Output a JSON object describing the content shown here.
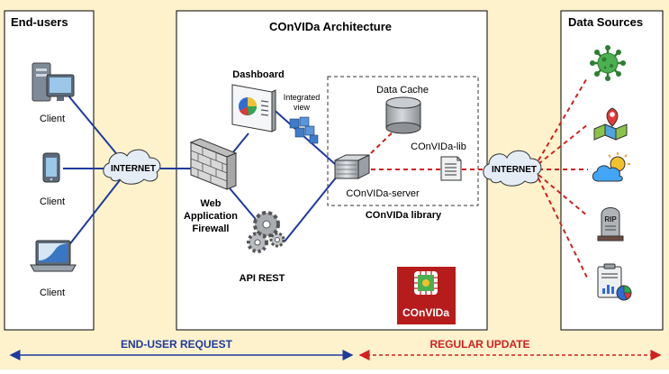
{
  "panels": {
    "end_users_title": "End-users",
    "architecture_title": "COnVIDa Architecture",
    "data_sources_title": "Data Sources"
  },
  "clients": [
    "Client",
    "Client",
    "Client"
  ],
  "internet_left": "INTERNET",
  "internet_right": "INTERNET",
  "firewall_label": [
    "Web",
    "Application",
    "Firewall"
  ],
  "dashboard_label": "Dashboard",
  "integrated_view_label": [
    "Integrated",
    "view"
  ],
  "api_label": "API REST",
  "library": {
    "data_cache": "Data Cache",
    "lib": "COnVIDa-lib",
    "server": "COnVIDa-server",
    "title": "COnVIDa library"
  },
  "logo_text": "COnVIDa",
  "arrows": {
    "end_user_request": "END-USER REQUEST",
    "regular_update": "REGULAR UPDATE"
  },
  "data_source_icons": [
    "virus-icon",
    "map-pin-icon",
    "weather-icon",
    "tombstone-icon",
    "report-chart-icon"
  ],
  "tombstone_text": "RIP",
  "colors": {
    "background": "#FDF2CC",
    "blue_line": "#1F3A9E",
    "red_line": "#D22020",
    "request_text": "#1F3A9E",
    "update_text": "#D22020",
    "logo_bg": "#B71C1C",
    "virus": "#4CAF50",
    "cloud": "#E4ECF5"
  }
}
